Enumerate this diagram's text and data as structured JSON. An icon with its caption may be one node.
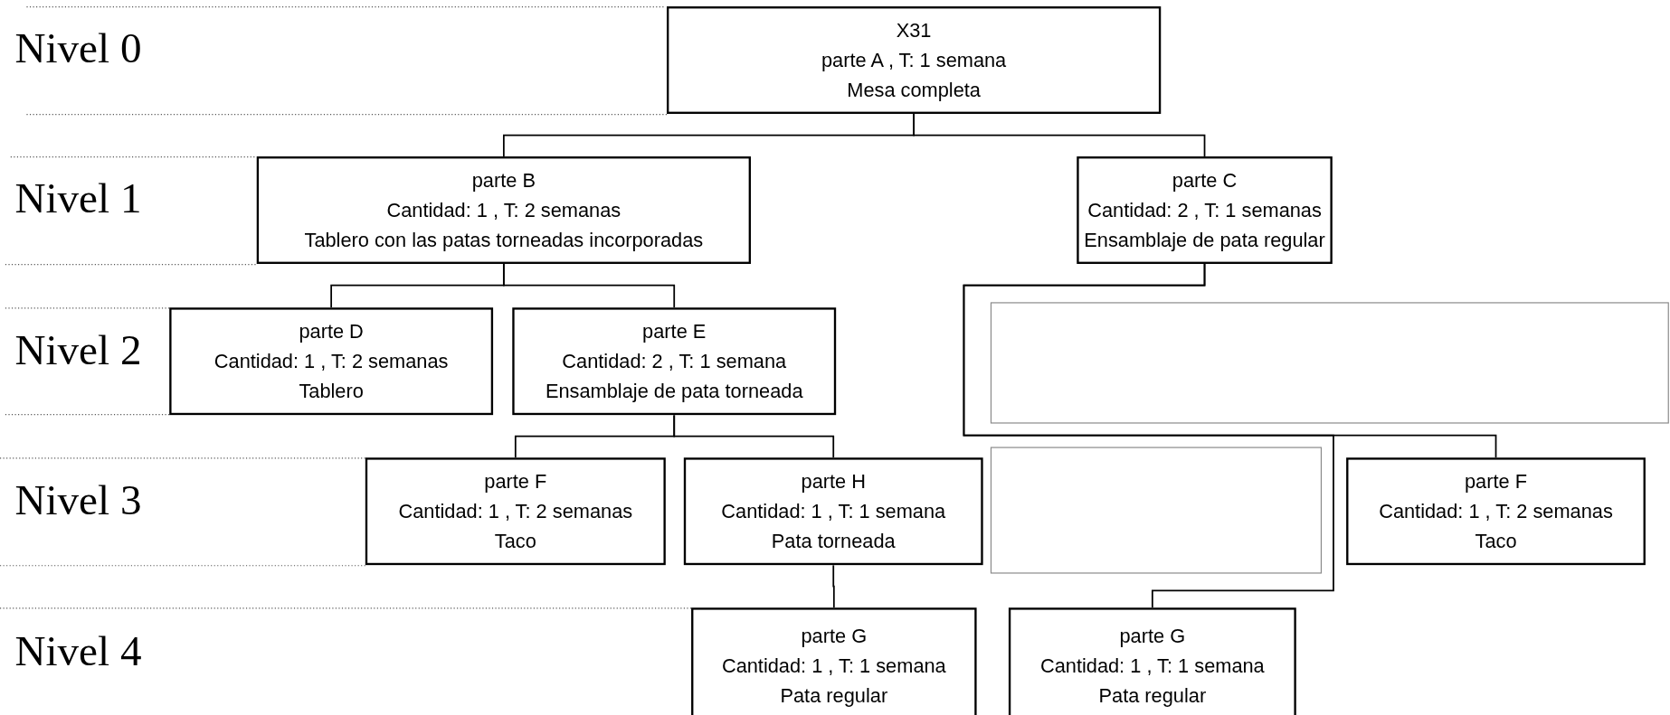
{
  "diagram": {
    "nodes": [
      {
        "text": [
          "X31",
          "parte A , T: 1 semana",
          "Mesa completa"
        ]
      },
      {
        "text": [
          "parte B",
          "Cantidad: 1 , T: 2 semanas",
          "Tablero con las patas torneadas incorporadas"
        ]
      },
      {
        "text": [
          "parte C",
          "Cantidad: 2 , T: 1 semanas",
          "Ensamblaje de pata regular"
        ]
      },
      {
        "text": [
          "parte D",
          "Cantidad: 1 ,  T:  2 semanas",
          "Tablero"
        ]
      },
      {
        "text": [
          "parte E",
          "Cantidad: 2 , T: 1 semana",
          "Ensamblaje de pata torneada"
        ]
      },
      {
        "text": [],
        "shape": "box"
      },
      {
        "text": [
          "parte F",
          "Cantidad: 1 , T: 2 semanas",
          "Taco"
        ]
      },
      {
        "text": [
          "parte H",
          "Cantidad: 1 , T: 1 semana",
          "Pata torneada"
        ]
      },
      {
        "text": [],
        "shape": "box"
      },
      {
        "text": [
          "parte F",
          "Cantidad: 1 , T: 2 semanas",
          "Taco"
        ]
      },
      {
        "text": [
          "parte G",
          "Cantidad: 1 , T: 1 semana",
          "Pata regular"
        ]
      },
      {
        "text": [
          "parte G",
          "Cantidad: 1 , T: 1 semana",
          "Pata regular"
        ]
      }
    ],
    "edges": [
      {
        "from": 0,
        "to": 1,
        "arrow": "none"
      },
      {
        "from": 0,
        "to": 2,
        "arrow": "none"
      },
      {
        "from": 1,
        "to": 3,
        "arrow": "none"
      },
      {
        "from": 1,
        "to": 4,
        "arrow": "none"
      },
      {
        "from": 2,
        "to": 11,
        "arrow": "none"
      },
      {
        "from": 2,
        "to": 9,
        "arrow": "none"
      },
      {
        "from": 4,
        "to": 6,
        "arrow": "none"
      },
      {
        "from": 4,
        "to": 7,
        "arrow": "none"
      },
      {
        "from": 7,
        "to": 10,
        "arrow": "none"
      }
    ],
    "labels": [
      "Nivel 0",
      "Nivel 1",
      "Nivel 2",
      "Nivel 3",
      "Nivel 4"
    ]
  }
}
